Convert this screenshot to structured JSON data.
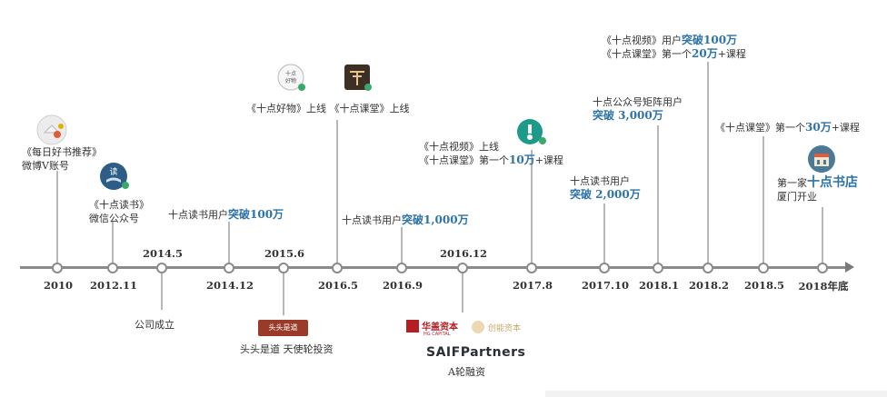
{
  "timeline": {
    "years": [
      "2010",
      "2012.11",
      "2014.5",
      "2014.12",
      "2015.6",
      "2016.5",
      "2016.9",
      "2016.12",
      "2017.8",
      "2017.10",
      "2018.1",
      "2018.2",
      "2018.5",
      "2018年底"
    ]
  },
  "events": {
    "e2010": {
      "line1": "《每日好书推荐》",
      "line2": "微博V账号"
    },
    "e2012": {
      "line1": "《十点读书》",
      "line2": "微信公众号"
    },
    "e2014_5": {
      "text": "公司成立"
    },
    "e2014_12": {
      "prefix": "十点读书用户",
      "highlight": "突破100万"
    },
    "e2015_6": {
      "text": "头头是道 天使轮投资",
      "logo": "头头是道"
    },
    "e2016_5": {
      "part1": "《十点好物》上线",
      "part2": "《十点课堂》上线",
      "icon_text": "十点好物"
    },
    "e2016_9": {
      "prefix": "十点读书用户",
      "highlight": "突破1,000万"
    },
    "e2016_12": {
      "text": "A轮融资",
      "logo1": "华盖资本",
      "logo1_sub": "HG CAPITAL",
      "logo2": "创能资本",
      "logo3": "SAIFPartners"
    },
    "e2017_8": {
      "line1": "《十点视频》上线",
      "line2_prefix": "《十点课堂》第一个",
      "line2_hl": "10万",
      "line2_suffix": "+课程"
    },
    "e2017_10": {
      "line1": "十点读书用户",
      "line2": "突破 2,000万"
    },
    "e2018_1": {
      "line1": "十点公众号矩阵用户",
      "line2": "突破 3,000万"
    },
    "e2018_2": {
      "line1_prefix": "《十点视频》用户",
      "line1_hl": "突破100万",
      "line2_prefix": "《十点课堂》第一个",
      "line2_hl": "20万",
      "line2_suffix": "+课程"
    },
    "e2018_5": {
      "prefix": "《十点课堂》第一个",
      "hl": "30万",
      "suffix": "+课程"
    },
    "e2018_end": {
      "prefix": "第一家",
      "hl": "十点书店",
      "line2": "厦门开业"
    }
  },
  "colors": {
    "accent": "#2e73a8",
    "axis": "#8a8a8a",
    "green": "#3aa86b",
    "red": "#b21e24",
    "sand": "#c9a86a"
  }
}
